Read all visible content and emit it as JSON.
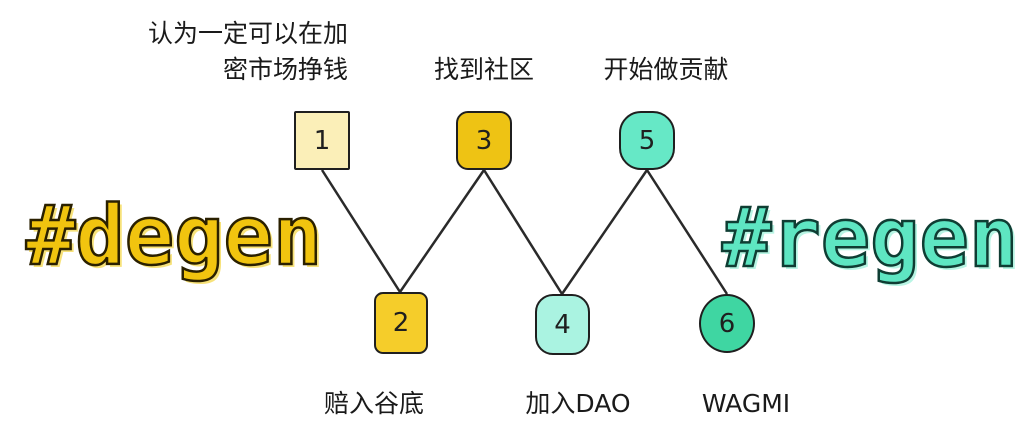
{
  "left_tag": "#degen",
  "right_tag": "#regen",
  "nodes": [
    {
      "number": "1",
      "label": "认为一定可以在加\n密市场挣钱",
      "fill": "#fbefb8"
    },
    {
      "number": "2",
      "label": "赔入谷底",
      "fill": "#f5cd2a"
    },
    {
      "number": "3",
      "label": "找到社区",
      "fill": "#eec314"
    },
    {
      "number": "4",
      "label": "加入DAO",
      "fill": "#aaf3e1"
    },
    {
      "number": "5",
      "label": "开始做贡献",
      "fill": "#66e8c6"
    },
    {
      "number": "6",
      "label": "WAGMI",
      "fill": "#3fd6a2"
    }
  ],
  "colors": {
    "degen": "#f1c40f",
    "regen": "#5ee6c2",
    "line": "#2a2a2a"
  }
}
